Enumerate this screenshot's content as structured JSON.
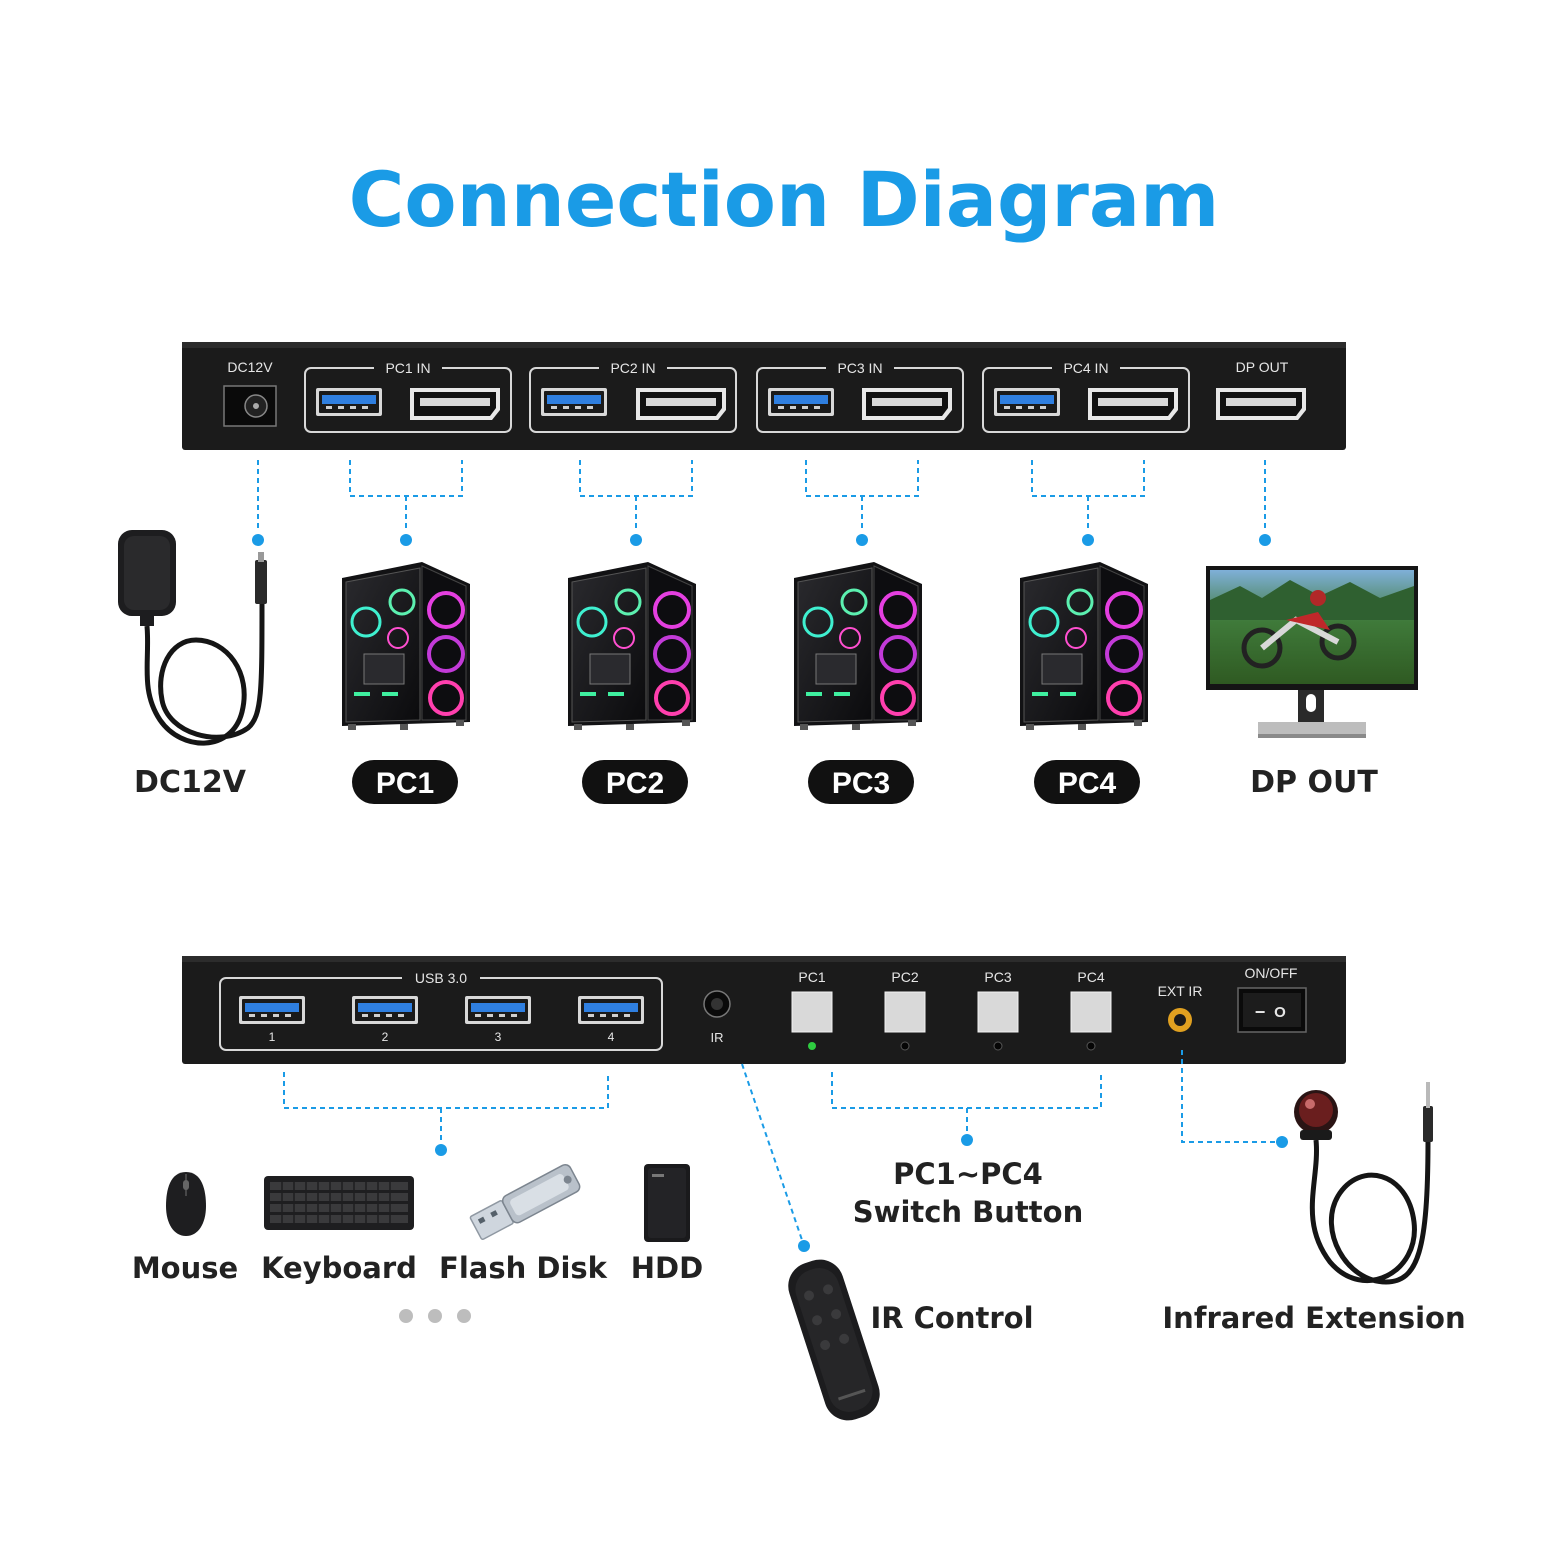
{
  "title": "Connection Diagram",
  "colors": {
    "accent": "#1a9be6",
    "panel": "#1b1b1b",
    "usb": "#2f7fe0",
    "ir_jack": "#e0a020",
    "led_on": "#2ecc40"
  },
  "front_panel": {
    "dc_label": "DC12V",
    "inputs": [
      {
        "label": "PC1 IN"
      },
      {
        "label": "PC2 IN"
      },
      {
        "label": "PC3 IN"
      },
      {
        "label": "PC4 IN"
      }
    ],
    "dp_out_label": "DP OUT"
  },
  "devices_top": {
    "dc_label": "DC12V",
    "pcs": [
      "PC1",
      "PC2",
      "PC3",
      "PC4"
    ],
    "monitor_label": "DP OUT"
  },
  "back_panel": {
    "usb_label": "USB 3.0",
    "usb_ports": [
      "1",
      "2",
      "3",
      "4"
    ],
    "ir_label": "IR",
    "buttons": [
      "PC1",
      "PC2",
      "PC3",
      "PC4"
    ],
    "active_button": 0,
    "ext_ir_label": "EXT IR",
    "switch_label": "ON/OFF",
    "switch_mark_on": "−",
    "switch_mark_off": "O"
  },
  "peripherals": [
    "Mouse",
    "Keyboard",
    "Flash Disk",
    "HDD"
  ],
  "switch_button_label": {
    "line1": "PC1~PC4",
    "line2": "Switch Button"
  },
  "ir_control_label": "IR Control",
  "infrared_label": "Infrared Extension"
}
